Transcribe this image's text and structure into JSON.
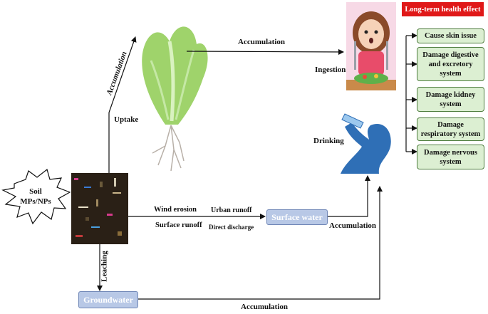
{
  "source": {
    "soil_label": "Soil\nMPs/NPs"
  },
  "labels": {
    "uptake": "Uptake",
    "accumulation_diag": "Accumulation",
    "accumulation_top": "Accumulation",
    "ingestion": "Ingestion",
    "drinking": "Drinking",
    "wind_erosion": "Wind erosion",
    "surface_runoff": "Surface runoff",
    "urban_runoff": "Urban runoff",
    "direct_discharge": "Direct discharge",
    "accumulation_mid": "Accumulation",
    "leaching": "Leaching",
    "accumulation_bottom": "Accumulation"
  },
  "nodes": {
    "surface_water": "Surface water",
    "groundwater": "Groundwater"
  },
  "health": {
    "title": "Long-term health effect",
    "effects": [
      "Cause skin issue",
      "Damage digestive\nand excretory\nsystem",
      "Damage kidney\nsystem",
      "Damage\nrespiratory system",
      "Damage nervous\nsystem"
    ]
  },
  "colors": {
    "plant_green": "#9fd36b",
    "soil_dark": "#2a2016",
    "water_box": "#b8c8e6",
    "effect_box": "#dcefd2",
    "effect_border": "#4f7d3f",
    "title_red": "#e01818",
    "drinker_blue": "#2f6fb6"
  }
}
